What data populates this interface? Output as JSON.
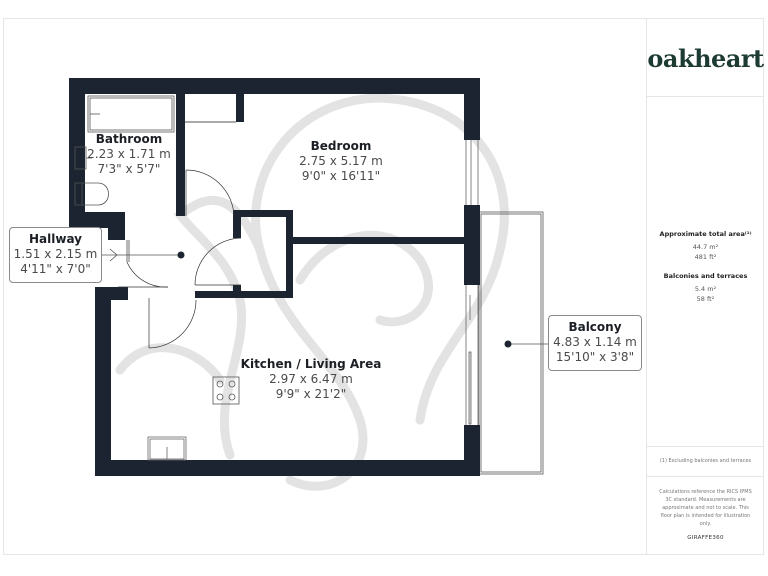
{
  "brand": {
    "logo_text": "oakheart",
    "logo_color": "#1d3b33",
    "footer_brand": "GIRAFFE360"
  },
  "summary": {
    "total_area_title": "Approximate total area⁽¹⁾",
    "total_area_m2": "44.7 m²",
    "total_area_ft2": "481 ft²",
    "balconies_title": "Balconies and terraces",
    "balconies_m2": "5.4 m²",
    "balconies_ft2": "58 ft²"
  },
  "footnote": "(1) Excluding balconies and terraces",
  "disclaimer_lines": [
    "Calculations reference the RICS IPMS",
    "3C standard. Measurements are",
    "approximate and not to scale. This",
    "floor plan is intended for illustration",
    "only."
  ],
  "colors": {
    "wall": "#1b2430",
    "watermark": "#e3e3e3",
    "frame_border": "#e6e6e6"
  },
  "rooms": [
    {
      "name": "Bathroom",
      "metric": "2.23 x 1.71 m",
      "imperial": "7'3\" x 5'7\""
    },
    {
      "name": "Bedroom",
      "metric": "2.75 x 5.17 m",
      "imperial": "9'0\" x 16'11\""
    },
    {
      "name": "Kitchen / Living Area",
      "metric": "2.97 x 6.47 m",
      "imperial": "9'9\" x 21'2\""
    }
  ],
  "callouts": {
    "hallway": {
      "name": "Hallway",
      "metric": "1.51 x 2.15 m",
      "imperial": "4'11\" x 7'0\""
    },
    "balcony": {
      "name": "Balcony",
      "metric": "4.83 x 1.14 m",
      "imperial": "15'10\" x 3'8\""
    }
  }
}
